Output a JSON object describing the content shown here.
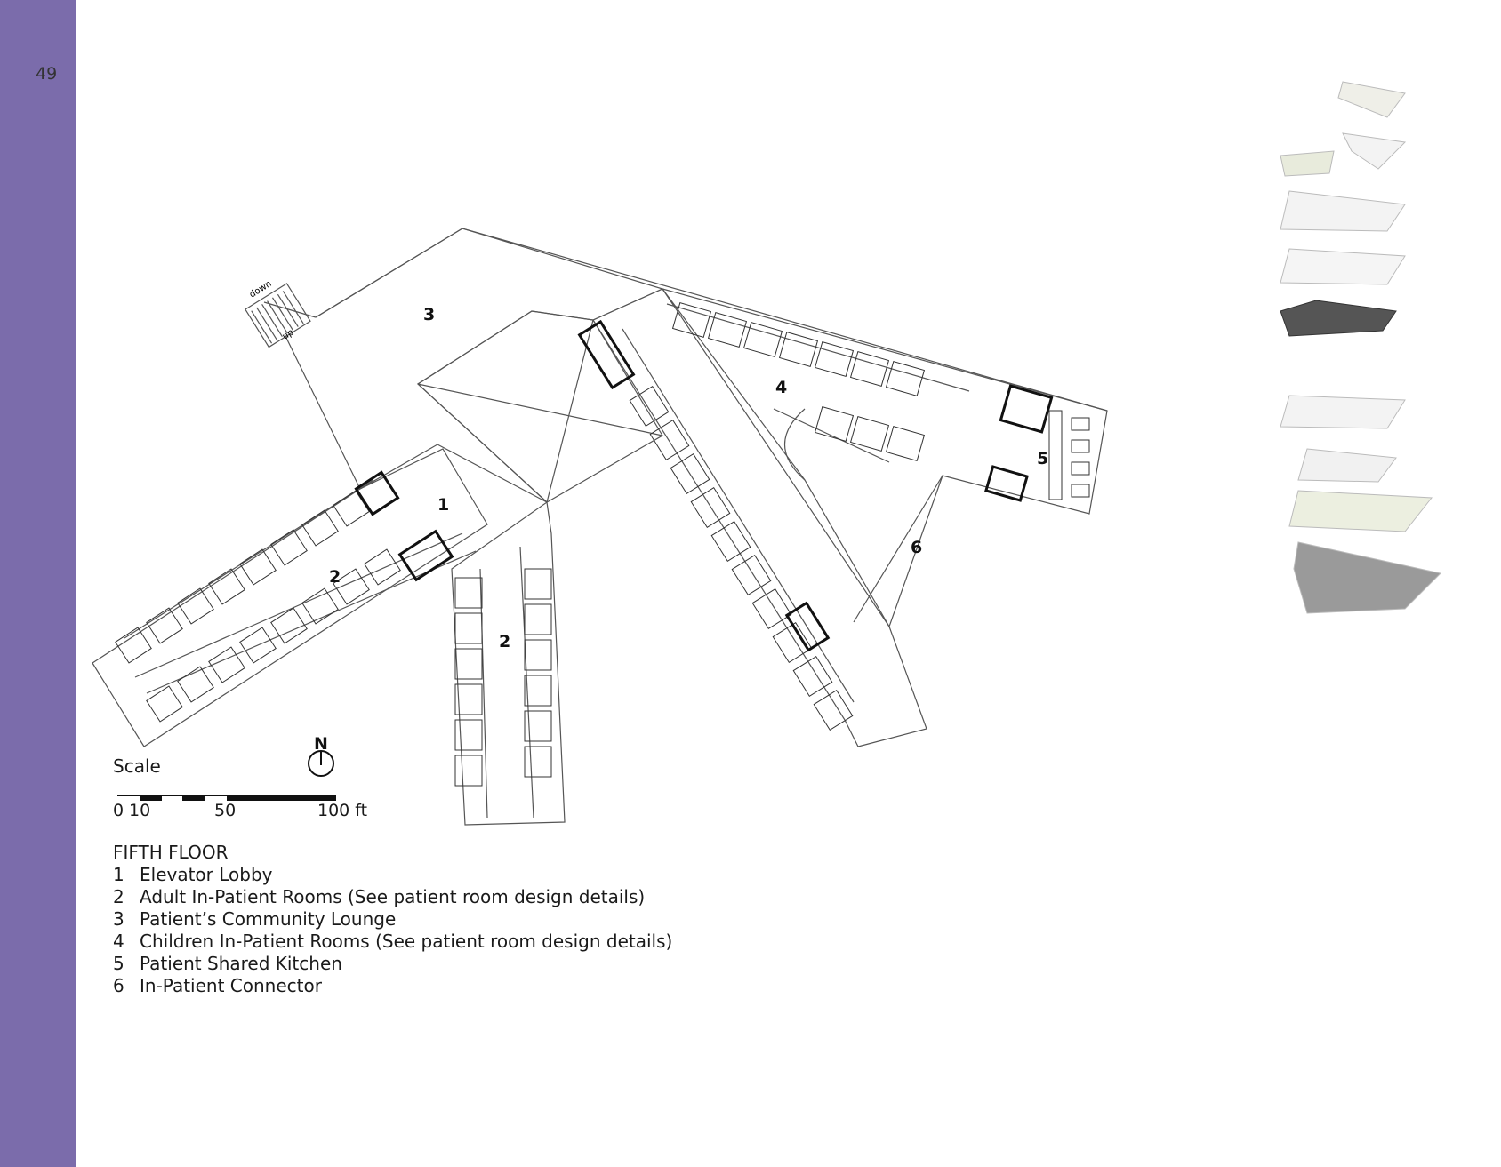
{
  "page": {
    "number": "49"
  },
  "plan": {
    "zone_labels": [
      "1",
      "2",
      "2",
      "3",
      "4",
      "5",
      "6"
    ],
    "stair_labels": {
      "down": "down",
      "up": "up"
    },
    "north_label": "N"
  },
  "scale": {
    "label": "Scale",
    "ticks": [
      "0",
      "10",
      "50",
      "100 ft"
    ]
  },
  "legend": {
    "title": "FIFTH FLOOR",
    "items": [
      {
        "num": "1",
        "text": "Elevator Lobby"
      },
      {
        "num": "2",
        "text": "Adult In-Patient Rooms (See patient room design details)"
      },
      {
        "num": "3",
        "text": "Patient’s Community Lounge"
      },
      {
        "num": "4",
        "text": "Children In-Patient Rooms (See patient room design details)"
      },
      {
        "num": "5",
        "text": "Patient Shared Kitchen"
      },
      {
        "num": "6",
        "text": "In-Patient Connector"
      }
    ]
  },
  "colors": {
    "sidebar": "#7b6cab",
    "highlight_level": "#555555"
  }
}
